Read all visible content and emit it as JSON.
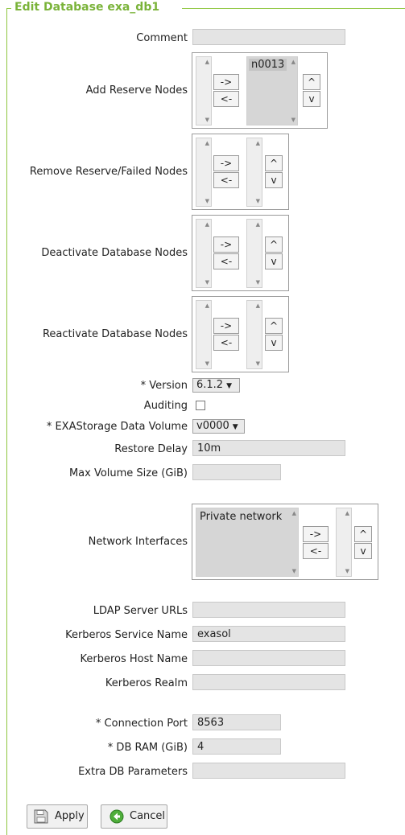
{
  "form": {
    "legend": "Edit Database exa_db1",
    "fields": {
      "comment": {
        "label": "Comment",
        "value": ""
      },
      "add_reserve": {
        "label": "Add Reserve Nodes",
        "selected_items": [
          "n0013"
        ]
      },
      "remove_reserve": {
        "label": "Remove Reserve/Failed Nodes"
      },
      "deactivate": {
        "label": "Deactivate Database Nodes"
      },
      "reactivate": {
        "label": "Reactivate Database Nodes"
      },
      "version": {
        "label": "* Version",
        "value": "6.1.2"
      },
      "auditing": {
        "label": "Auditing",
        "checked": false
      },
      "data_volume": {
        "label": "* EXAStorage Data Volume",
        "value": "v0000"
      },
      "restore_delay": {
        "label": "Restore Delay",
        "value": "10m"
      },
      "max_volume": {
        "label": "Max Volume Size (GiB)",
        "value": ""
      },
      "network_interfaces": {
        "label": "Network Interfaces",
        "available_items": [
          "Private network"
        ]
      },
      "ldap": {
        "label": "LDAP Server URLs",
        "value": ""
      },
      "krb_service": {
        "label": "Kerberos Service Name",
        "value": "exasol"
      },
      "krb_host": {
        "label": "Kerberos Host Name",
        "value": ""
      },
      "krb_realm": {
        "label": "Kerberos Realm",
        "value": ""
      },
      "conn_port": {
        "label": "* Connection Port",
        "value": "8563"
      },
      "db_ram": {
        "label": "* DB RAM (GiB)",
        "value": "4"
      },
      "extra_params": {
        "label": "Extra DB Parameters",
        "value": ""
      }
    },
    "move_right": "->",
    "move_left": "<-",
    "move_up": "^",
    "move_down": "v",
    "scroll_up": "▲",
    "scroll_down": "▼",
    "dropdown_arrow": "▼",
    "apply_label": "Apply",
    "cancel_label": "Cancel"
  },
  "icons": {
    "apply": "floppy-disk-icon",
    "cancel": "green-back-arrow-icon"
  },
  "colors": {
    "accent": "#7ab339",
    "border": "#8ec63f"
  }
}
